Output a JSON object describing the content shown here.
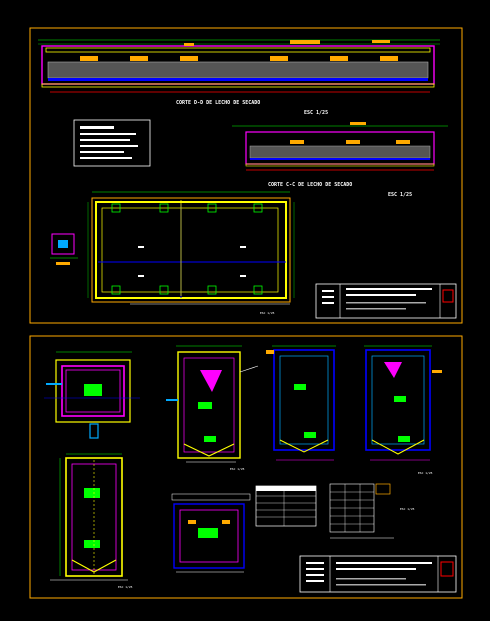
{
  "sheet1": {
    "section_a_title": "CORTE D-D DE LECHO DE SECADO",
    "section_a_scale": "ESC 1/25",
    "section_b_title": "CORTE C-C DE LECHO DE SECADO",
    "section_b_scale": "ESC 1/25",
    "plan_scale": "ESC 1/25"
  },
  "sheet2": {
    "scale_1": "ESC 1/25",
    "scale_2": "ESC 1/25",
    "scale_3": "ESC 1/25",
    "scale_4": "ESC 1/25"
  },
  "colors": {
    "background": "#000000",
    "sheet_frame": "#ffaa00",
    "wall": "#ff00ff",
    "concrete": "#ffff00",
    "dimension": "#00ff00",
    "centerline": "#0000ff",
    "text": "#ffffff",
    "stamp": "#ff0000"
  }
}
